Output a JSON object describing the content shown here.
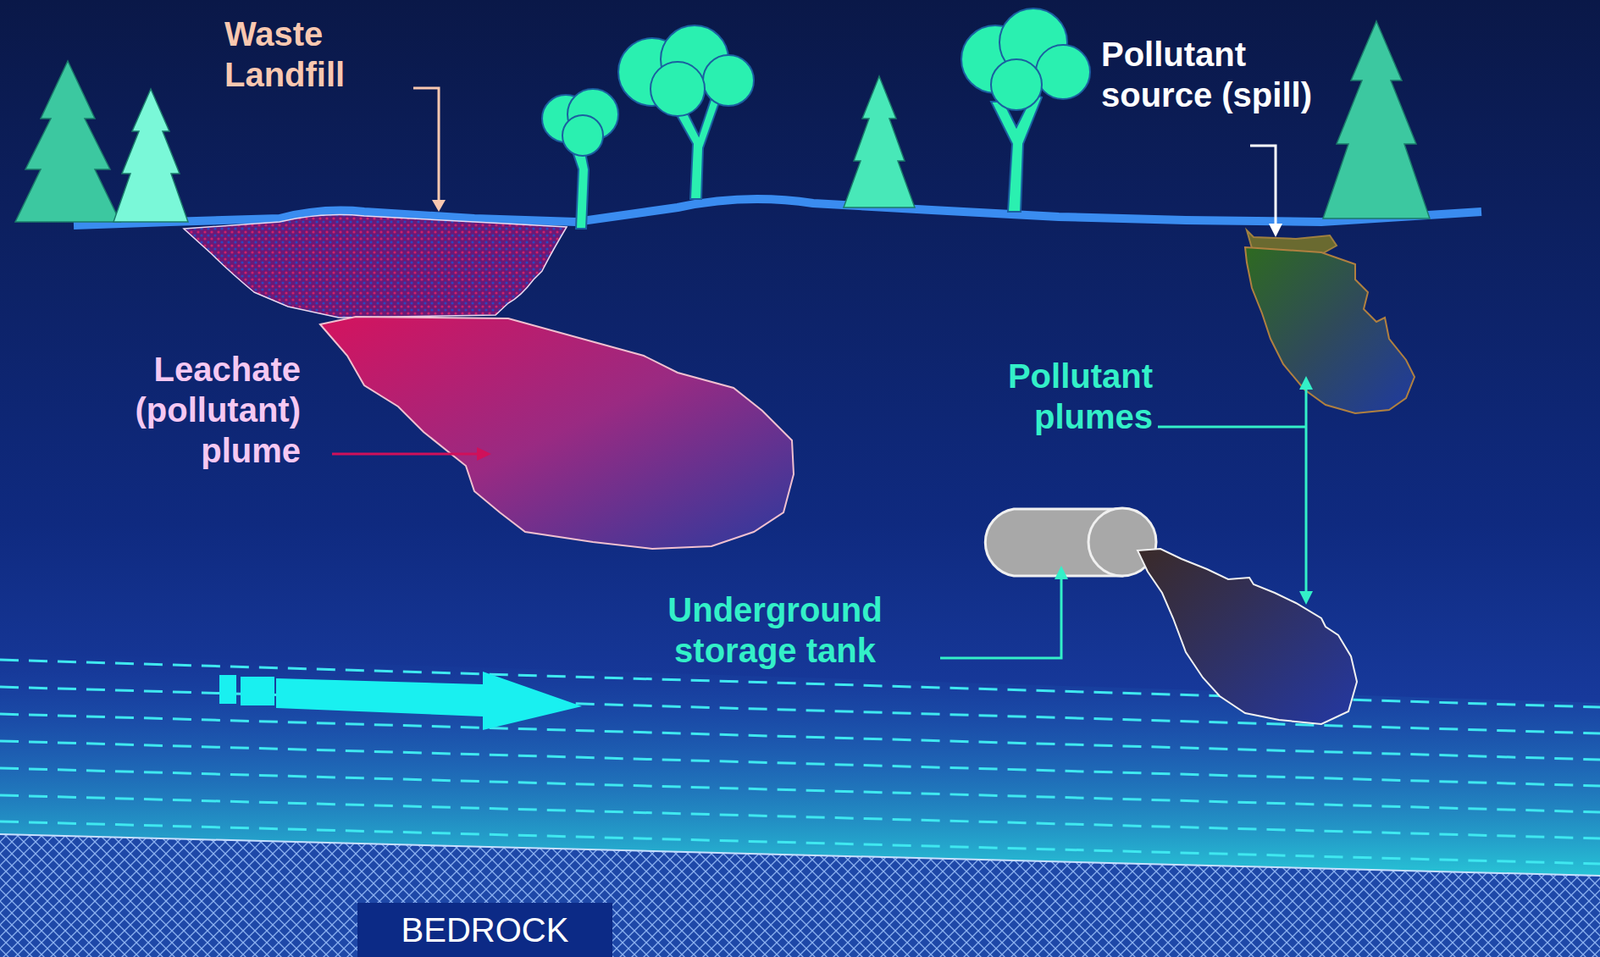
{
  "diagram": {
    "nodes": [
      {
        "text": [
          "BEDROCK"
        ]
      }
    ],
    "labels": [
      "Waste Landfill",
      "Leachate (pollutant) plume",
      "Pollutant source (spill)",
      "Pollutant plumes",
      "Underground storage tank"
    ]
  }
}
